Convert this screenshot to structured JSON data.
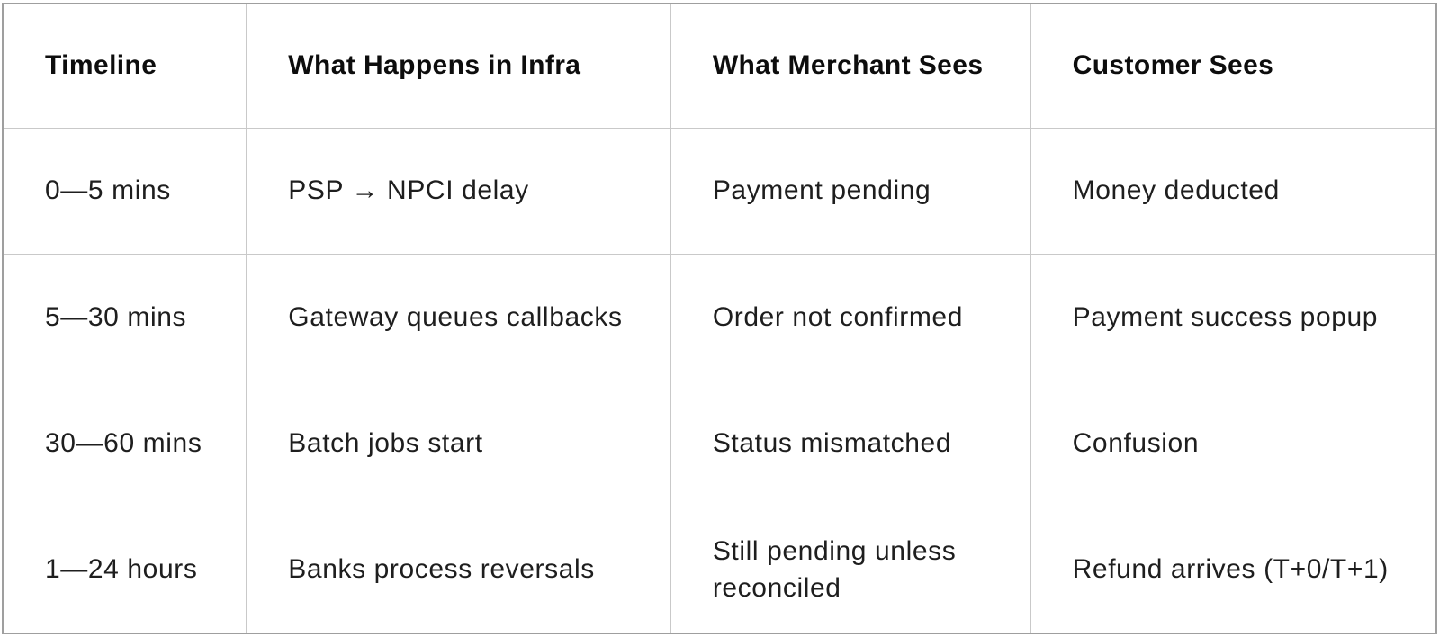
{
  "table": {
    "columns": [
      "Timeline",
      "What Happens in Infra",
      "What Merchant Sees",
      "Customer Sees"
    ],
    "rows": [
      [
        "0—5 mins",
        "PSP → NPCI delay",
        "Payment pending",
        "Money deducted"
      ],
      [
        "5—30 mins",
        "Gateway queues callbacks",
        "Order not confirmed",
        "Payment success popup"
      ],
      [
        "30—60 mins",
        "Batch jobs start",
        "Status mismatched",
        "Confusion"
      ],
      [
        "1—24 hours",
        "Banks process reversals",
        "Still pending unless reconciled",
        "Refund arrives (T+0/T+1)"
      ]
    ],
    "colors": {
      "outer_border": "#9f9f9f",
      "inner_border": "#c9c9c9",
      "header_text": "#0d0d0d",
      "body_text": "#1e1e1e",
      "background": "#ffffff"
    }
  }
}
